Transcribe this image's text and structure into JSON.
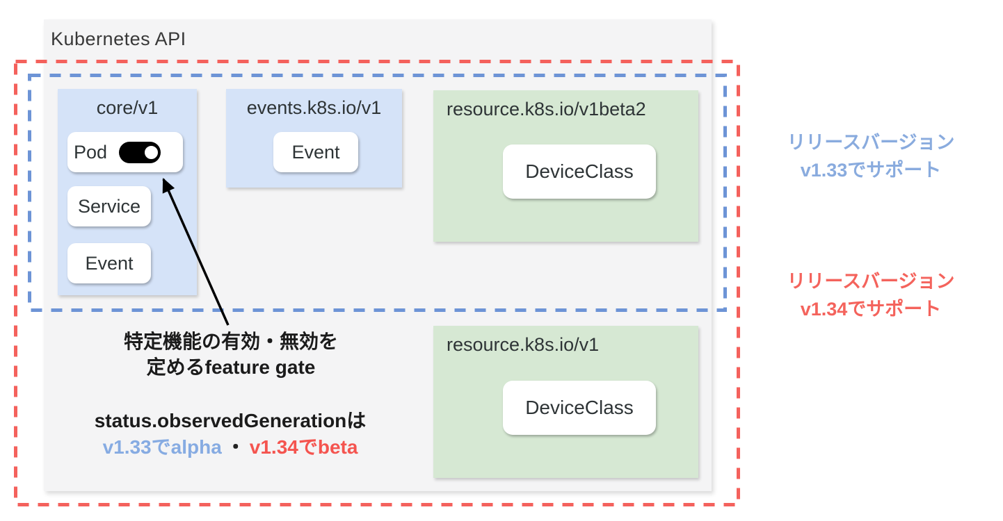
{
  "panel_title": "Kubernetes API",
  "groups": {
    "core": {
      "title": "core/v1",
      "pod": "Pod",
      "service": "Service",
      "event": "Event",
      "pod_feature_gate_toggle_state": "on"
    },
    "events": {
      "title": "events.k8s.io/v1",
      "event": "Event"
    },
    "resource_beta": {
      "title": "resource.k8s.io/v1beta2",
      "device_class": "DeviceClass"
    },
    "resource_v1": {
      "title": "resource.k8s.io/v1",
      "device_class": "DeviceClass"
    }
  },
  "annotations": {
    "feature_gate_line1": "特定機能の有効・無効を",
    "feature_gate_line2": "定めるfeature gate",
    "observed_line1": "status.observedGenerationは",
    "observed_alpha": "v1.33でalpha",
    "observed_separator": "・",
    "observed_beta": "v1.34でbeta"
  },
  "legend": {
    "v133": {
      "line1": "リリースバージョン",
      "line2": "v1.33でサポート",
      "color": "#89abde"
    },
    "v134": {
      "line1": "リリースバージョン",
      "line2": "v1.34でサポート",
      "color": "#f4635c"
    }
  },
  "colors": {
    "blue_dashed_border": "#6d94d6",
    "red_dashed_border": "#f4615c",
    "blue_api_box": "#d5e3f8",
    "green_api_box": "#d6e8d3",
    "panel_background": "#f4f4f5",
    "toggle": "#000000"
  }
}
